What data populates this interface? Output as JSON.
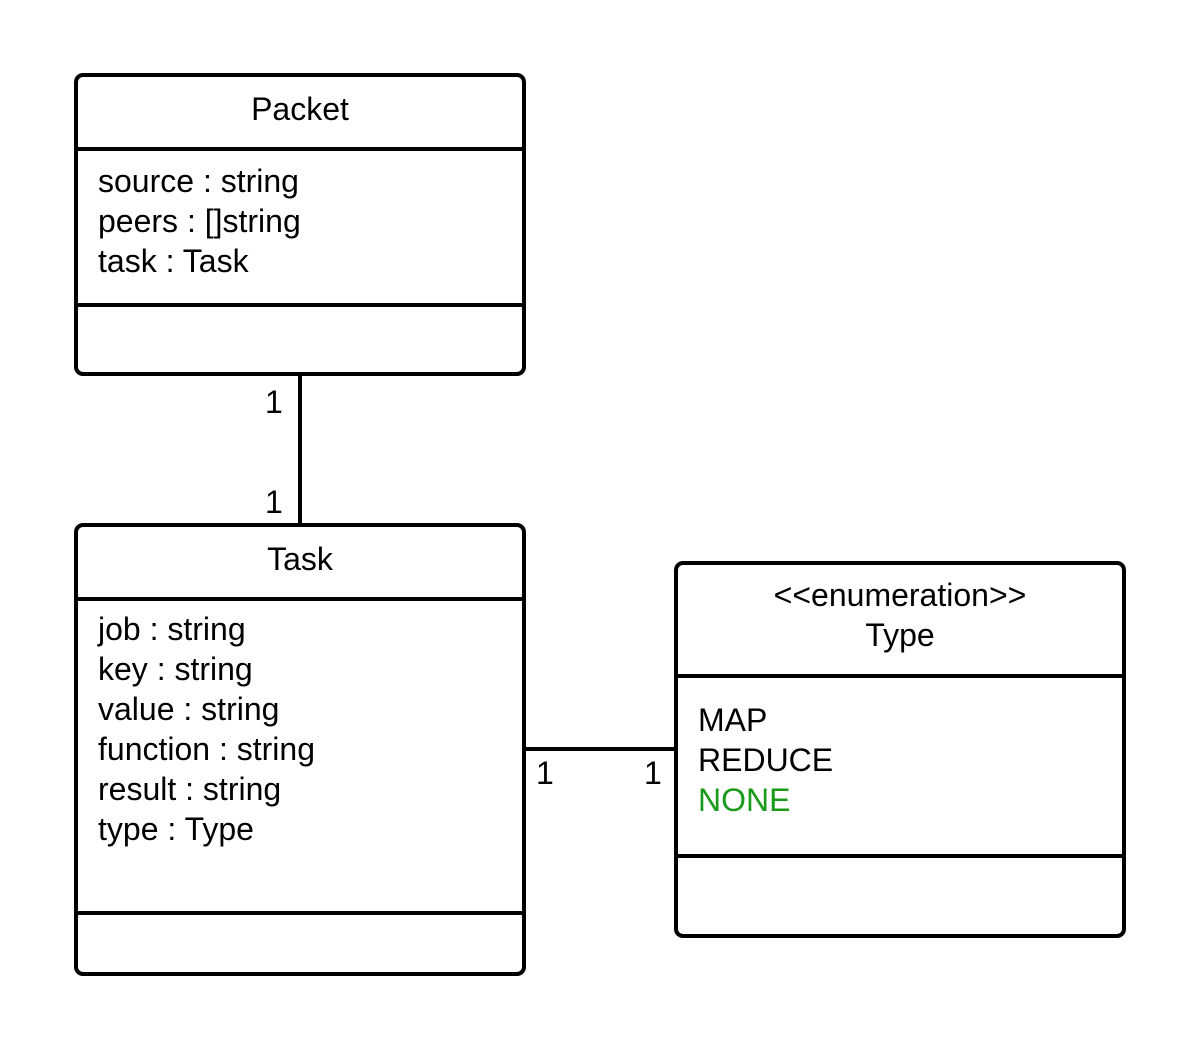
{
  "classes": {
    "packet": {
      "name": "Packet",
      "attributes": [
        "source : string",
        "peers : []string",
        "task : Task"
      ]
    },
    "task": {
      "name": "Task",
      "attributes": [
        "job : string",
        "key : string",
        "value : string",
        "function : string",
        "result : string",
        "type : Type"
      ]
    },
    "type_enum": {
      "stereotype": "<<enumeration>>",
      "name": "Type",
      "literals": [
        "MAP",
        "REDUCE",
        "NONE"
      ]
    }
  },
  "associations": {
    "packet_task": {
      "packet_end": "1",
      "task_end": "1"
    },
    "task_type": {
      "task_end": "1",
      "type_end": "1"
    }
  },
  "colors": {
    "stroke": "#000000",
    "text": "#000000",
    "highlight_literal": "#1a9a1a"
  }
}
